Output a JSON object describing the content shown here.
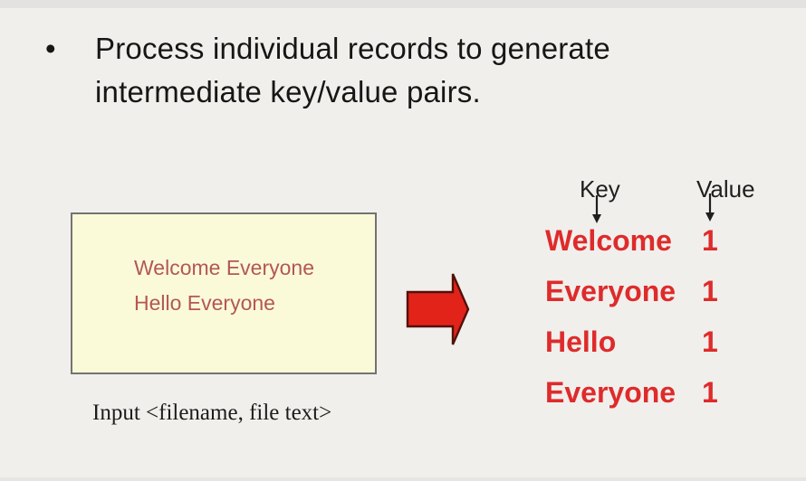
{
  "slide": {
    "bullet": "•",
    "title": "Process individual records to generate intermediate key/value pairs."
  },
  "input_box": {
    "line1": "Welcome Everyone",
    "line2": "Hello Everyone",
    "caption": "Input <filename, file text>"
  },
  "arrow": {
    "name": "map-transform-arrow",
    "direction": "right"
  },
  "output": {
    "key_header": "Key",
    "value_header": "Value",
    "pairs": [
      {
        "key": "Welcome",
        "value": "1"
      },
      {
        "key": "Everyone",
        "value": "1"
      },
      {
        "key": "Hello",
        "value": "1"
      },
      {
        "key": "Everyone",
        "value": "1"
      }
    ]
  },
  "colors": {
    "bg": "#f0efec",
    "title": "#161616",
    "box-fill": "#fbfad8",
    "box-border": "#737373",
    "box-text": "#b35757",
    "kv-red": "#de2b2b",
    "arrow-fill": "#e2231a",
    "arrow-edge": "#531008",
    "header-text": "#1f1f1f"
  }
}
